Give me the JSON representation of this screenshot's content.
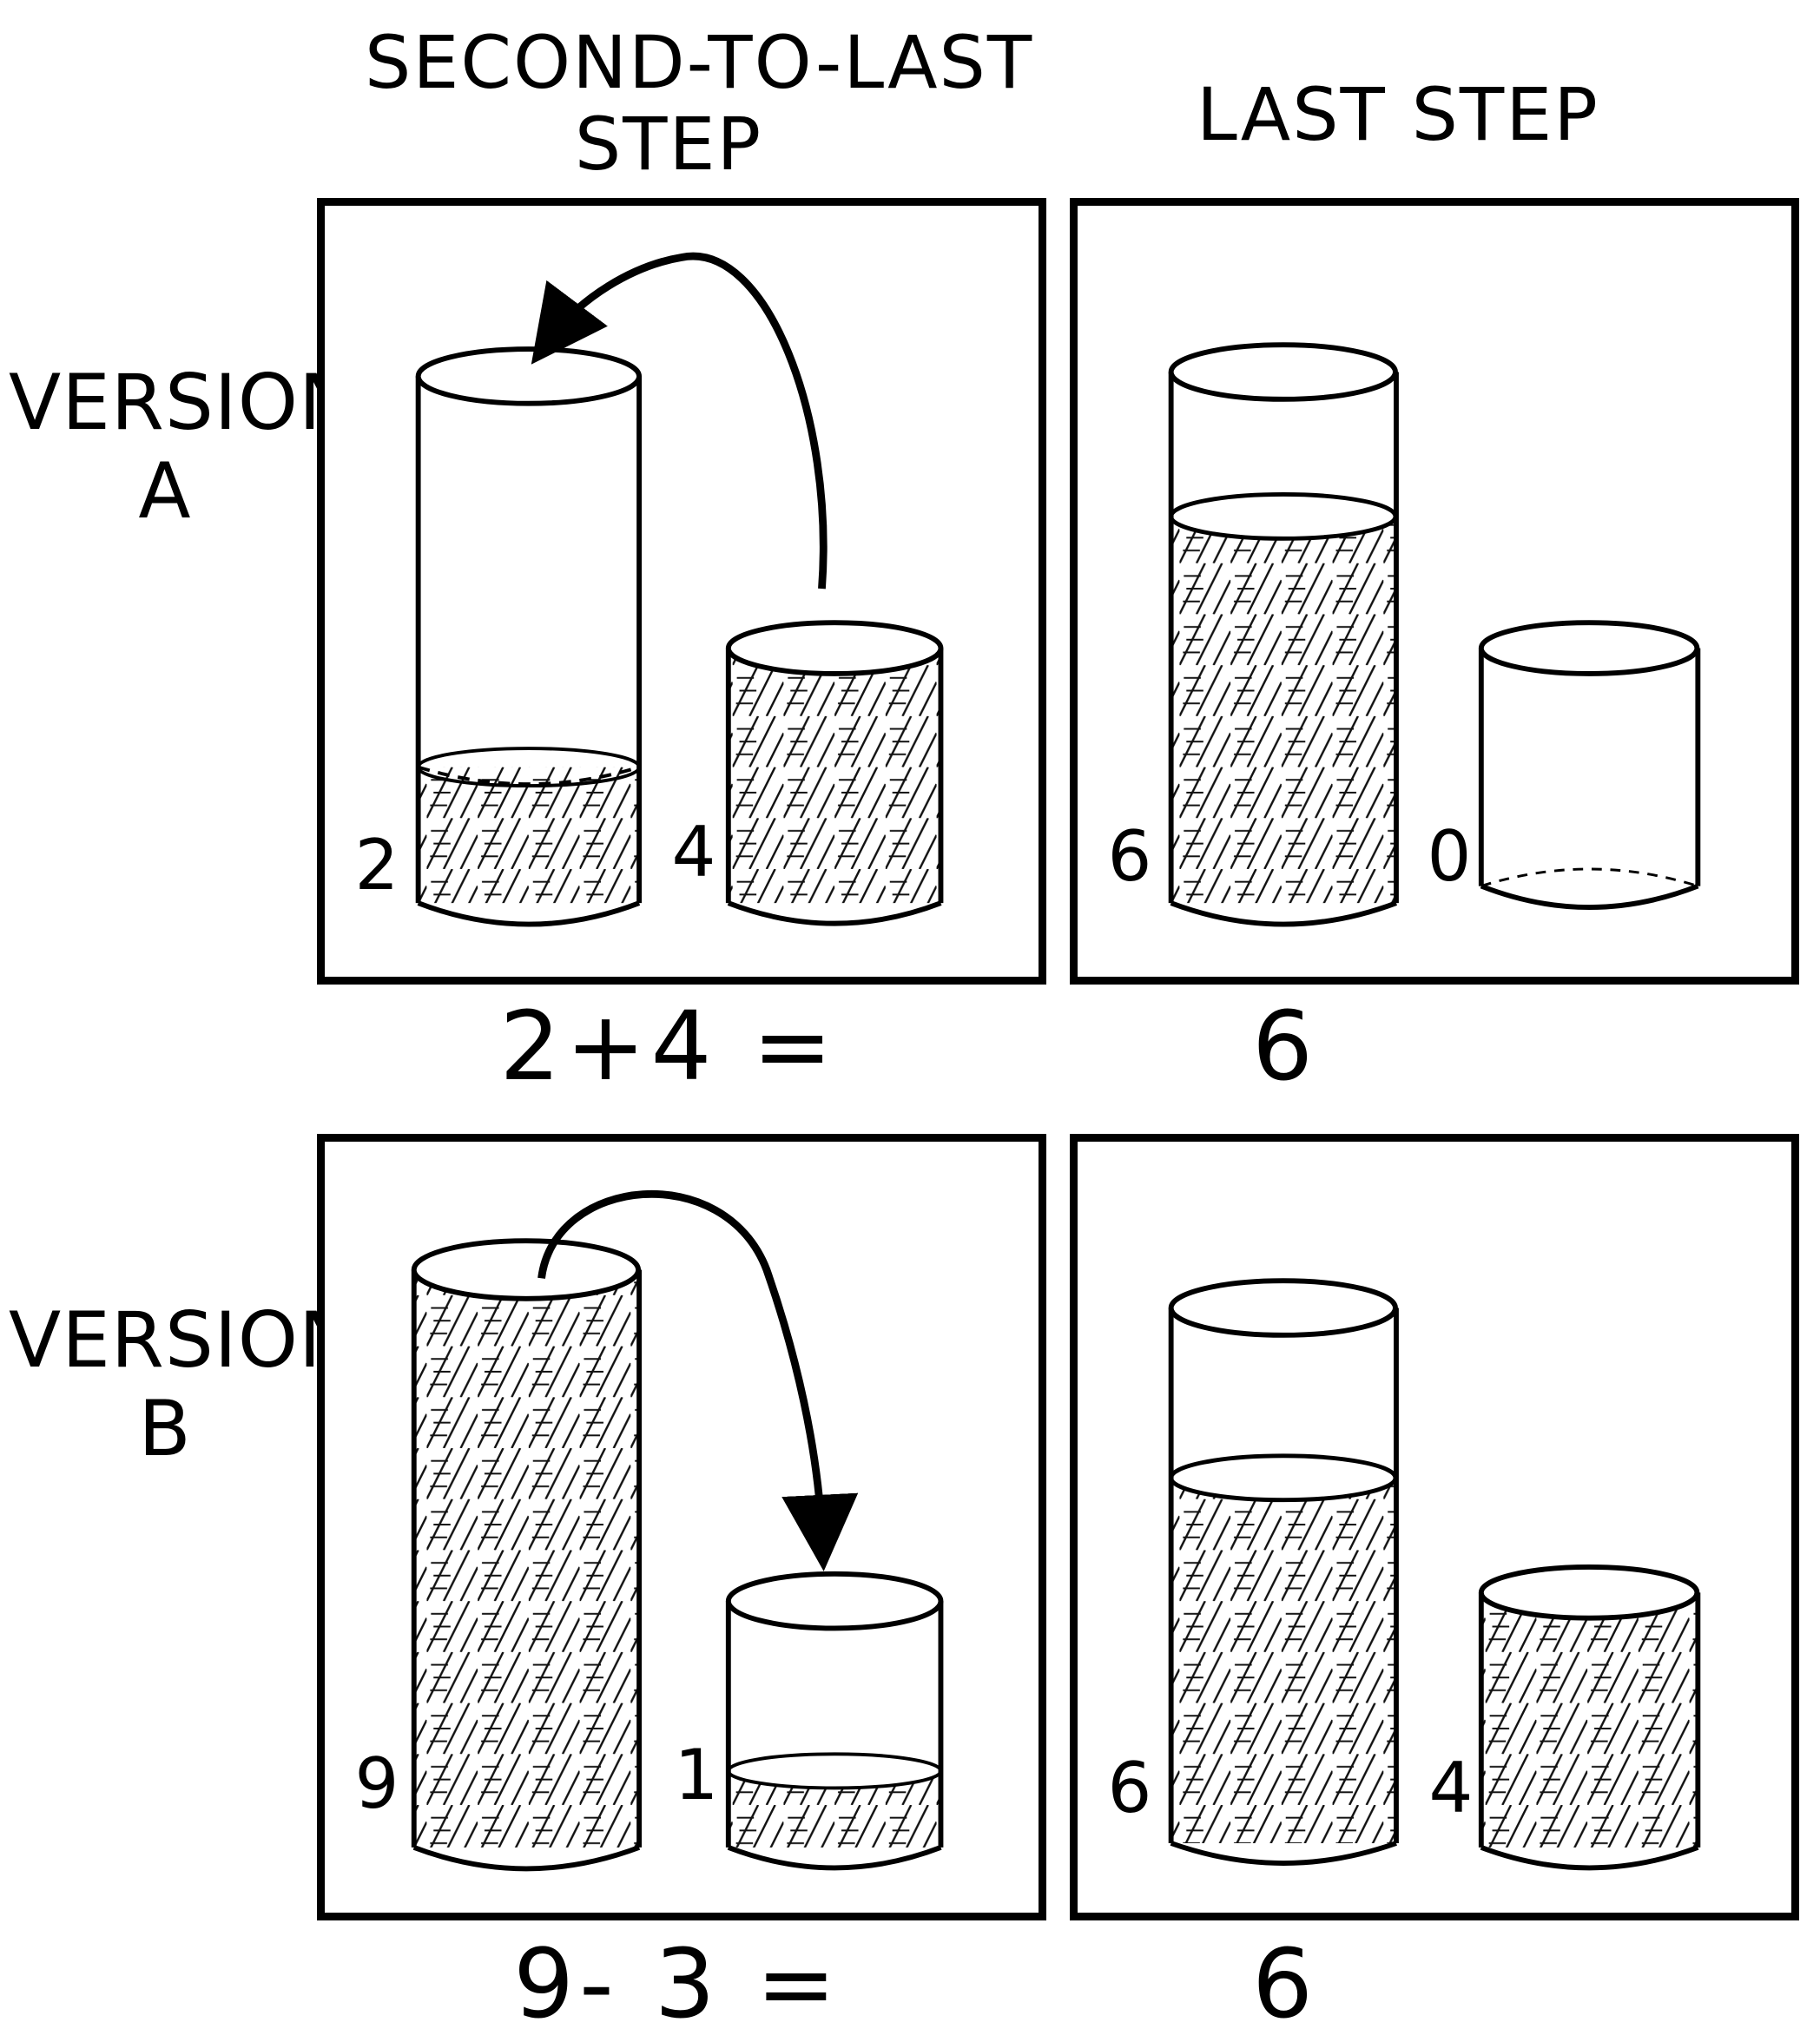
{
  "column_headings": {
    "second_to_last": [
      "SECOND-TO-LAST",
      "STEP"
    ],
    "last": "LAST STEP"
  },
  "row_headings": {
    "version_a": [
      "VERSION",
      "A"
    ],
    "version_b": [
      "VERSION",
      "B"
    ]
  },
  "version_a": {
    "second_to_last": {
      "left_amount": "2",
      "right_amount": "4",
      "equation": "2+4 ="
    },
    "last": {
      "left_amount": "6",
      "right_amount": "0",
      "result": "6"
    }
  },
  "version_b": {
    "second_to_last": {
      "left_amount": "9",
      "right_amount": "1",
      "equation": "9- 3 ="
    },
    "last": {
      "left_amount": "6",
      "right_amount": "4",
      "result": "6"
    }
  }
}
